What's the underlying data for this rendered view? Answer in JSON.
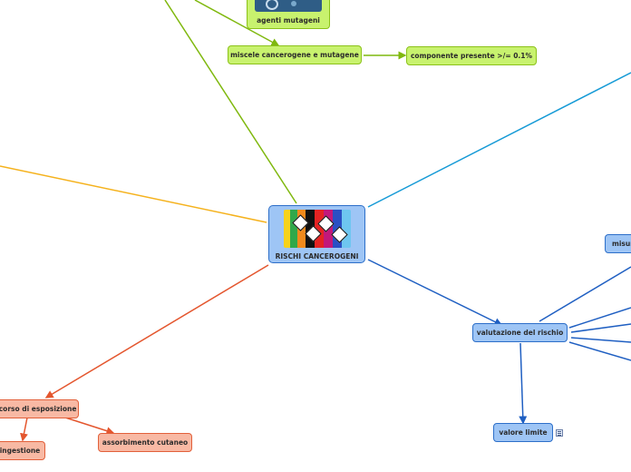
{
  "central": {
    "label": "RISCHI CANCEROGENI",
    "image": "hazard-pictograms-rainbow-image"
  },
  "nodes": {
    "agenti_mutageni": "agenti mutageni",
    "miscele": "miscele cancerogene e mutagene",
    "componente": "componente presente >/= 0.1%",
    "misura": "misur",
    "valutazione": "valutazione del rischio",
    "valore_limite": "valore limite",
    "percorso": "percorso di esposizione",
    "ingestione": "ingestione",
    "assorbimento": "assorbimento cutaneo"
  },
  "icons": {
    "note": "note-icon",
    "image": "microscope-image"
  },
  "colors": {
    "green_branch": "#7fb80e",
    "blue_branch": "#1f5fc2",
    "cyan_branch": "#159ad6",
    "yellow_branch": "#f5b21d",
    "orange_branch": "#e4562e"
  }
}
